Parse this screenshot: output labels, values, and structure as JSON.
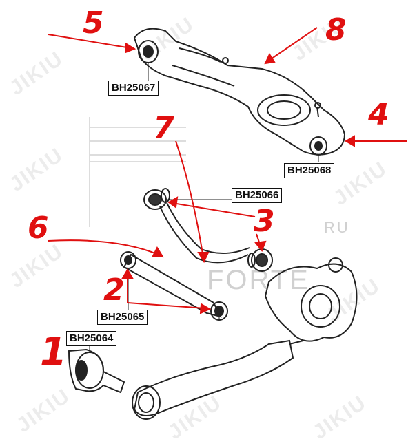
{
  "part_numbers": {
    "bh25064": "BH25064",
    "bh25065": "BH25065",
    "bh25066": "BH25066",
    "bh25067": "BH25067",
    "bh25068": "BH25068"
  },
  "callout_numbers": [
    "1",
    "2",
    "3",
    "4",
    "5",
    "6",
    "7",
    "8"
  ],
  "watermark": {
    "brand": "JIKIU",
    "site_top": "RU",
    "site_main": "FORTE"
  },
  "colors": {
    "callout": "#e01010",
    "line_art": "#222222",
    "watermark": "#cccccc"
  }
}
